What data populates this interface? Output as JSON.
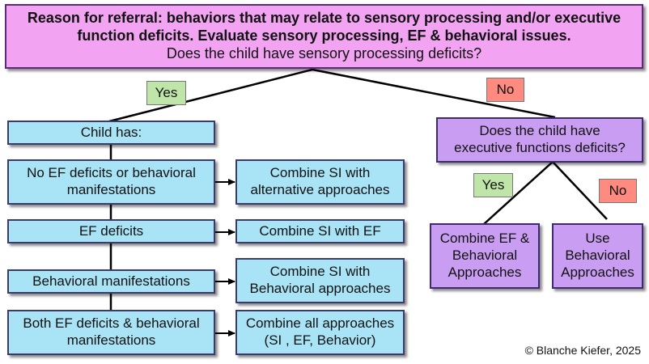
{
  "referral": {
    "line1": "Reason for referral: behaviors that may relate to sensory processing and/or executive",
    "line2": "function deficits. Evaluate sensory processing, EF & behavioral issues.",
    "question": "Does the child have sensory processing deficits?"
  },
  "tags": {
    "yes": "Yes",
    "no": "No"
  },
  "left_branch": {
    "header": "Child has:",
    "conditions": [
      {
        "line1": "No EF deficits or behavioral",
        "line2": "manifestations"
      },
      {
        "line1": "EF deficits",
        "line2": ""
      },
      {
        "line1": "Behavioral manifestations",
        "line2": ""
      },
      {
        "line1": "Both EF deficits & behavioral",
        "line2": "manifestations"
      }
    ],
    "outcomes": [
      {
        "line1": "Combine SI with",
        "line2": "alternative approaches"
      },
      {
        "line1": "Combine SI with EF",
        "line2": ""
      },
      {
        "line1": "Combine SI with",
        "line2": "Behavioral approaches"
      },
      {
        "line1": "Combine all approaches",
        "line2": "(SI , EF, Behavior)"
      }
    ]
  },
  "right_branch": {
    "question_line1": "Does the child have",
    "question_line2": "executive functions deficits?",
    "yes_outcome": {
      "line1": "Combine EF &",
      "line2": "Behavioral",
      "line3": "Approaches"
    },
    "no_outcome": {
      "line1": "Use",
      "line2": "Behavioral",
      "line3": "Approaches"
    }
  },
  "copyright": "© Blanche Kiefer, 2025"
}
